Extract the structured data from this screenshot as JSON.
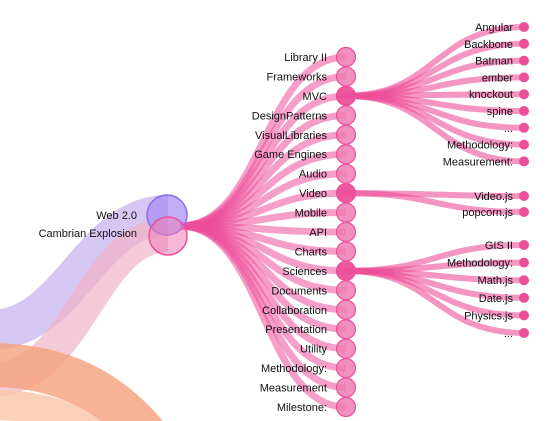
{
  "colors": {
    "pink": "#ec4f9a",
    "pink_fill": "#ef7db5",
    "purple": "#8a6cf0",
    "purple_fill": "#a68bf5",
    "lavender_band": "#c8b4ee",
    "rose_band": "#f1b4c8",
    "orange_band": "#f5a07a",
    "peach_band": "#f7c6a6"
  },
  "tree": {
    "roots": [
      {
        "label": "Web 2.0",
        "color": "purple"
      },
      {
        "label": "Cambrian Explosion",
        "color": "pink"
      }
    ],
    "branches": [
      {
        "label": "Library II"
      },
      {
        "label": "Frameworks"
      },
      {
        "label": "MVC",
        "expanded": true,
        "children": [
          "Angular",
          "Backbone",
          "Batman",
          "ember",
          "knockout",
          "spine",
          "...",
          "Methodology:",
          "Measurement:"
        ]
      },
      {
        "label": "DesignPatterns"
      },
      {
        "label": "VisualLibraries"
      },
      {
        "label": "Game Engines"
      },
      {
        "label": "Audio"
      },
      {
        "label": "Video",
        "expanded": true,
        "children": [
          "Video.js",
          "popcorn.js"
        ]
      },
      {
        "label": "Mobile"
      },
      {
        "label": "API"
      },
      {
        "label": "Charts"
      },
      {
        "label": "Sciences",
        "expanded": true,
        "children": [
          "GIS II",
          "Methodology:",
          "Math.js",
          "Date.js",
          "Physics.js",
          "..."
        ]
      },
      {
        "label": "Documents"
      },
      {
        "label": "Collaboration"
      },
      {
        "label": "Presentation"
      },
      {
        "label": "Utility"
      },
      {
        "label": "Methodology:"
      },
      {
        "label": "Measurement"
      },
      {
        "label": "Milestone:"
      }
    ]
  }
}
